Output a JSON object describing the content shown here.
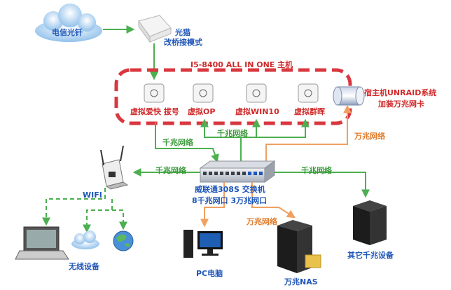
{
  "nodes": {
    "cloud_fiber": "电信光钎",
    "optical_modem": "光猫",
    "optical_modem_mode": "改桥接模式",
    "host_title": "I5-8400 ALL IN ONE 主机",
    "vm_ikuai": "虚拟爱快 拔号",
    "vm_op": "虚拟OP",
    "vm_win10": "虚拟WIN10",
    "vm_synology": "虚拟群晖",
    "host_nic_line1": "宿主机UNRAID系统",
    "host_nic_line2": "加装万兆网卡",
    "switch_line1": "威联通308S 交换机",
    "switch_line2": "8千兆网口 3万兆网口",
    "wifi": "WIFI",
    "wireless_devices": "无线设备",
    "pc": "PC电脑",
    "nas": "万兆NAS",
    "other_devices": "其它千兆设备"
  },
  "links": {
    "gigabit_1": "千兆网络",
    "gigabit_2": "千兆网络",
    "gigabit_wifi": "千兆网络",
    "gigabit_other": "千兆网络",
    "tengig_host": "万兆网络",
    "tengig_nas": "万兆网络"
  },
  "colors": {
    "green_link": "#4caf50",
    "orange_link": "#f0a060",
    "host_border": "#d9373f",
    "label_blue": "#1f56b8",
    "label_red": "#d12a2a"
  }
}
